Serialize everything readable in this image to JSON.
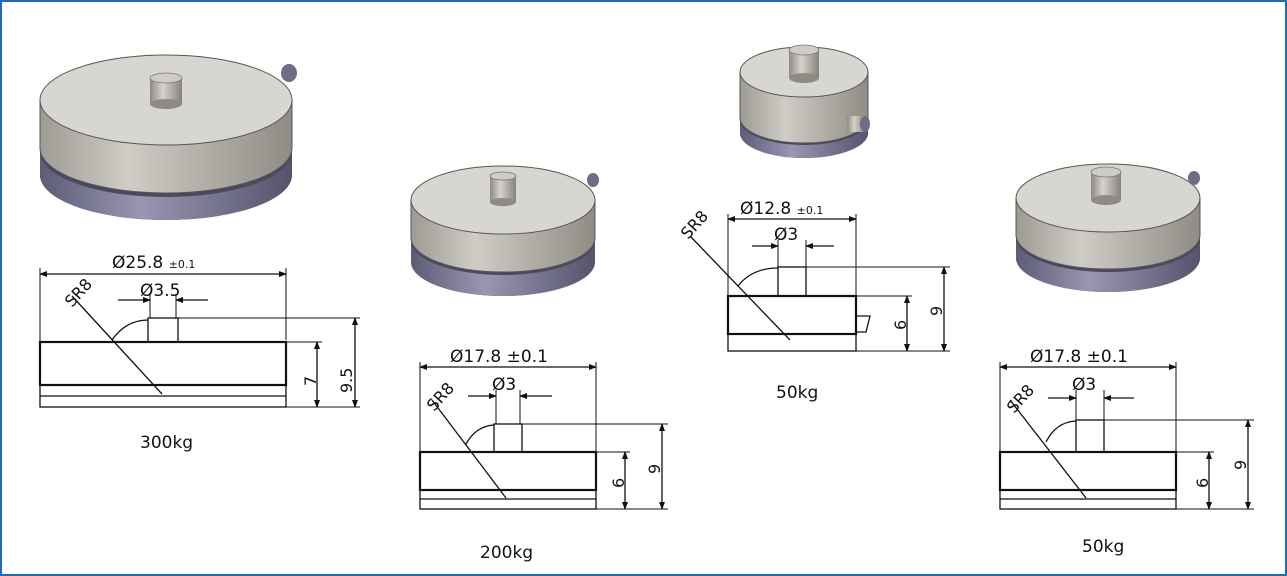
{
  "colors": {
    "frame_border": "#1f6bb8",
    "body_top": "#d8d6d1",
    "body_side": "#bdbab3",
    "base_ring": "#6c6b85",
    "line": "#111111"
  },
  "units": [
    {
      "id": "300kg",
      "caption": "300kg",
      "outer_diameter": "Ø25.8",
      "outer_tolerance": "±0.1",
      "pin_diameter": "Ø3.5",
      "sphere_radius": "SR8",
      "body_height": "7",
      "total_height": "9.5"
    },
    {
      "id": "200kg",
      "caption": "200kg",
      "outer_diameter": "Ø17.8 ±0.1",
      "pin_diameter": "Ø3",
      "sphere_radius": "SR8",
      "body_height": "6",
      "total_height": "9"
    },
    {
      "id": "50kg-a",
      "caption": "50kg",
      "outer_diameter": "Ø12.8",
      "outer_tolerance": "±0.1",
      "pin_diameter": "Ø3",
      "sphere_radius": "SR8",
      "body_height": "6",
      "total_height": "9"
    },
    {
      "id": "50kg-b",
      "caption": "50kg",
      "outer_diameter": "Ø17.8 ±0.1",
      "pin_diameter": "Ø3",
      "sphere_radius": "SR8",
      "body_height": "6",
      "total_height": "9"
    }
  ]
}
